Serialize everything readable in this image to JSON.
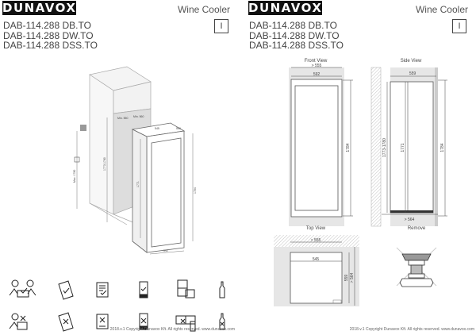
{
  "brand": "DUNAVOX",
  "category": "Wine Cooler",
  "section": "I",
  "models": [
    "DAB-114.288 DB.TO",
    "DAB-114.288 DW.TO",
    "DAB-114.288 DSS.TO"
  ],
  "footer": "2018.v.1 Copyright Dunavox Kft.  All rights reserved.   www.dunavox.com",
  "iso": {
    "d1": "Min. 550",
    "d2": "Min. 560",
    "d3": "545",
    "d4": "1773-1780",
    "d5": "1771",
    "d6": "1784",
    "d7": "592",
    "d8": "Max. 1780",
    "d9": "559"
  },
  "views": {
    "front": {
      "title": "Front View",
      "w_min": "> 555",
      "w": "592",
      "h": "1784"
    },
    "side": {
      "title": "Side View",
      "d": "559",
      "h_niche": "1773-1780",
      "h_inner": "1771",
      "h": "1784",
      "d_min": "> 564"
    },
    "top": {
      "title": "Top View",
      "w_min": "> 555",
      "w": "545",
      "d": "559",
      "d_min": "> 564"
    },
    "remove": {
      "title": "Remove"
    }
  }
}
